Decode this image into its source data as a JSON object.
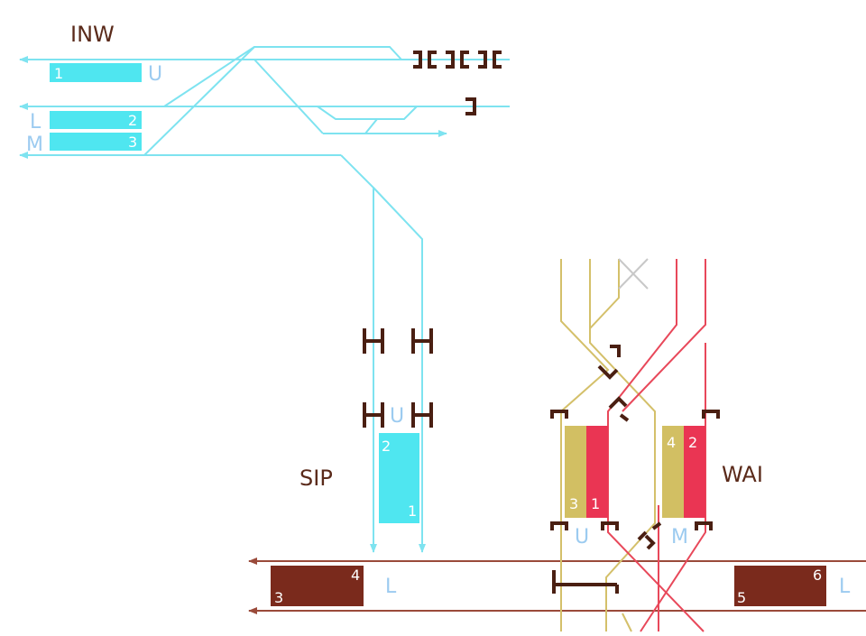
{
  "stations": {
    "inw": {
      "name": "INW",
      "tracks": [
        "U",
        "L",
        "M"
      ],
      "platforms": [
        "1",
        "2",
        "3"
      ]
    },
    "sip": {
      "name": "SIP",
      "tracks": [
        "U"
      ],
      "platforms": [
        "2",
        "1"
      ]
    },
    "wai": {
      "name": "WAI",
      "tracks": [
        "U",
        "M"
      ],
      "platforms": [
        "4",
        "2",
        "3",
        "1"
      ]
    },
    "bottom": {
      "tracks": [
        "L",
        "L"
      ],
      "platforms": [
        "4",
        "3",
        "6",
        "5"
      ]
    }
  },
  "colors": {
    "cyan_line": "#7ee3f0",
    "cyan_platform": "#4fe6f0",
    "track_label": "#9ccbf0",
    "gold": "#d4c06a",
    "gold_platform": "#d2bf63",
    "red": "#e8485a",
    "red_platform": "#ea3553",
    "grey": "#c8c8c8",
    "brown": "#8a3a2a",
    "brown_platform": "#7a2a1c",
    "signal": "#4a1f12"
  }
}
